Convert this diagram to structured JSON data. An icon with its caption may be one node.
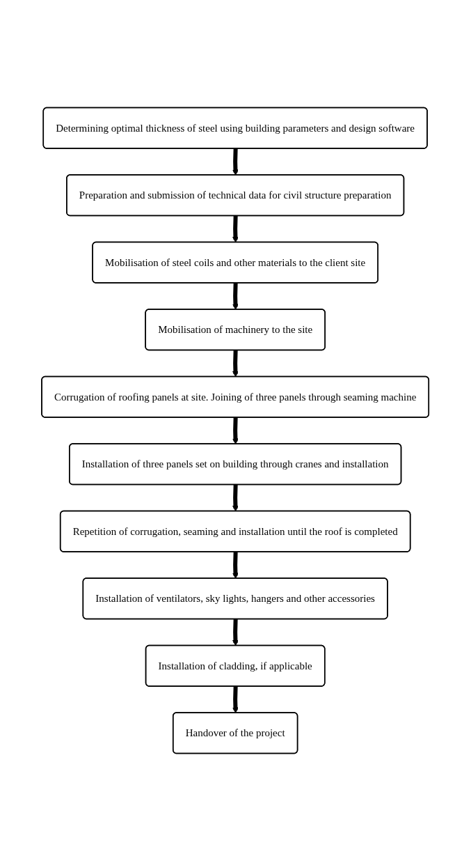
{
  "diagram": {
    "nodes": [
      {
        "text": [
          "Determining optimal thickness of steel using building parameters and design software"
        ]
      },
      {
        "text": [
          "Preparation and submission of technical data for civil structure preparation"
        ]
      },
      {
        "text": [
          "Mobilisation of steel coils and other materials to the client site"
        ]
      },
      {
        "text": [
          "Mobilisation of machinery to the site"
        ]
      },
      {
        "text": [
          "Corrugation of roofing panels at site. Joining of three panels through seaming machine"
        ]
      },
      {
        "text": [
          "Installation of three panels set on building through cranes and installation"
        ]
      },
      {
        "text": [
          "Repetition of corrugation, seaming and installation until the roof is completed"
        ]
      },
      {
        "text": [
          "Installation of ventilators, sky lights, hangers and other accessories"
        ]
      },
      {
        "text": [
          "Installation of cladding, if applicable"
        ]
      },
      {
        "text": [
          "Handover of the project"
        ]
      }
    ],
    "edges": [
      {
        "from": 0,
        "to": 1,
        "arrow": "to"
      },
      {
        "from": 1,
        "to": 2,
        "arrow": "to"
      },
      {
        "from": 2,
        "to": 3,
        "arrow": "to"
      },
      {
        "from": 3,
        "to": 4,
        "arrow": "to"
      },
      {
        "from": 4,
        "to": 5,
        "arrow": "to"
      },
      {
        "from": 5,
        "to": 6,
        "arrow": "to"
      },
      {
        "from": 6,
        "to": 7,
        "arrow": "to"
      },
      {
        "from": 7,
        "to": 8,
        "arrow": "to"
      },
      {
        "from": 8,
        "to": 9,
        "arrow": "to"
      }
    ]
  }
}
